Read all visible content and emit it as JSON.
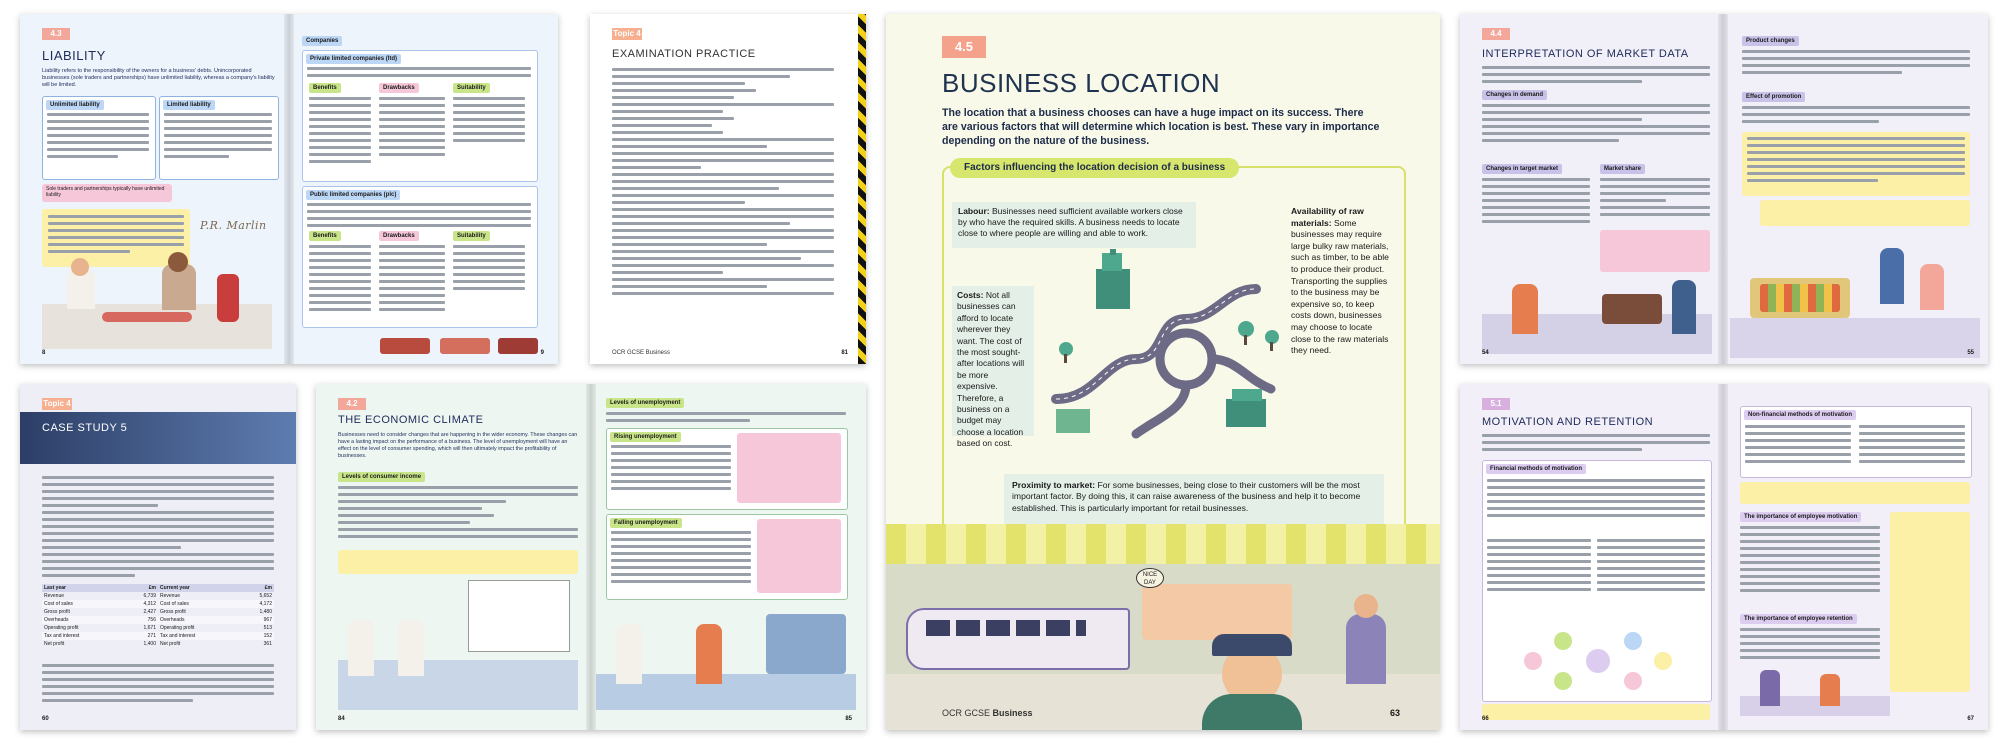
{
  "spreads": {
    "liability": {
      "tab": "4.3",
      "title": "LIABILITY",
      "intro": "Liability refers to the responsibility of the owners for a business' debts. Unincorporated businesses (sole traders and partnerships) have unlimited liability, whereas a company's liability will be limited.",
      "unlimited_header": "Unlimited liability",
      "limited_header": "Limited liability",
      "pink_note": "Sole traders and partnerships typically have unlimited liability",
      "companies_header": "Companies",
      "private_header": "Private limited companies (ltd)",
      "public_header": "Public limited companies (plc)",
      "benefits": "Benefits",
      "drawbacks": "Drawbacks",
      "suitability": "Suitability",
      "sign": "P.R. Marlin",
      "page_left": "8",
      "page_right": "9"
    },
    "exam": {
      "tab": "Topic 4",
      "title": "EXAMINATION PRACTICE",
      "footer": "OCR GCSE Business",
      "page": "81"
    },
    "location": {
      "tab": "4.5",
      "title": "BUSINESS LOCATION",
      "intro": "The location that a business chooses can have a huge impact on its success. There are various factors that will determine which location is best. These vary in importance depending on the nature of the business.",
      "factors_header": "Factors influencing the location decision of a business",
      "labour_label": "Labour:",
      "labour_text": "Businesses need sufficient available workers close by who have the required skills. A business needs to locate close to where people are willing and able to work.",
      "costs_label": "Costs:",
      "costs_text": "Not all businesses can afford to locate wherever they want. The cost of the most sought-after locations will be more expensive. Therefore, a business on a budget may choose a location based on cost.",
      "raw_label": "Availability of raw materials:",
      "raw_text": "Some businesses may require large bulky raw materials, such as timber, to be able to produce their product. Transporting the supplies to the business may be expensive so, to keep costs down, businesses may choose to locate close to the raw materials they need.",
      "market_label": "Proximity to market:",
      "market_text": "For some businesses, being close to their customers will be the most important factor. By doing this, it can raise awareness of the business and help it to become established. This is particularly important for retail businesses.",
      "sign": "NICE DAY",
      "footer_prefix": "OCR GCSE",
      "footer_bold": "Business",
      "page": "63"
    },
    "market_data": {
      "tab": "4.4",
      "title": "INTERPRETATION OF MARKET DATA",
      "changes_demand": "Changes in demand",
      "changes_target": "Changes in target market",
      "market_share": "Market share",
      "product_changes": "Product changes",
      "promotion": "Effect of promotion",
      "page_left": "54",
      "page_right": "55"
    },
    "case_study": {
      "tab": "Topic 4",
      "title": "CASE STUDY 5",
      "table_headers": [
        "Last year",
        "£m",
        "Current year",
        "£m"
      ],
      "table_rows": [
        [
          "Revenue",
          "6,739",
          "Revenue",
          "5,652"
        ],
        [
          "Cost of sales",
          "4,312",
          "Cost of sales",
          "4,172"
        ],
        [
          "Gross profit",
          "2,427",
          "Gross profit",
          "1,480"
        ],
        [
          "Overheads",
          "756",
          "Overheads",
          "967"
        ],
        [
          "Operating profit",
          "1,671",
          "Operating profit",
          "513"
        ],
        [
          "Tax and interest",
          "271",
          "Tax and interest",
          "152"
        ],
        [
          "Net profit",
          "1,400",
          "Net profit",
          "361"
        ]
      ],
      "page": "60"
    },
    "economic": {
      "tab": "4.2",
      "title": "THE ECONOMIC CLIMATE",
      "intro": "Businesses need to consider changes that are happening in the wider economy. These changes can have a lasting impact on the performance of a business. The level of unemployment will have an effect on the level of consumer spending, which will then ultimately impact the profitability of businesses.",
      "consumer_income": "Levels of consumer income",
      "unemployment": "Levels of unemployment",
      "rising": "Rising unemployment",
      "falling": "Falling unemployment",
      "page_left": "84",
      "page_right": "85"
    },
    "motivation": {
      "tab": "5.1",
      "title": "MOTIVATION AND RETENTION",
      "financial": "Financial methods of motivation",
      "non_financial": "Non-financial methods of motivation",
      "importance_motivation": "The importance of employee motivation",
      "importance_retention": "The importance of employee retention",
      "page_left": "66",
      "page_right": "67"
    }
  }
}
